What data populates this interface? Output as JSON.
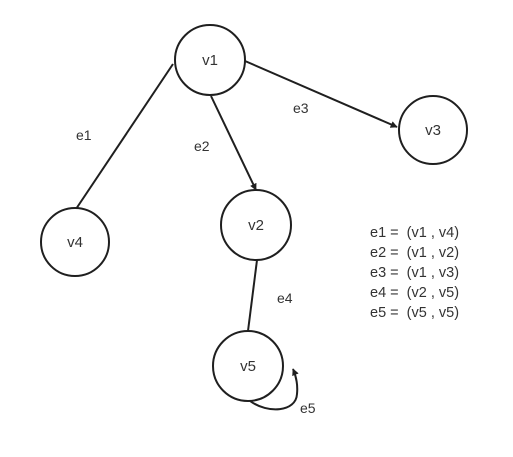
{
  "colors": {
    "stroke": "#1f1f1f",
    "text": "#333333",
    "background": "#ffffff"
  },
  "nodes": {
    "v1": {
      "label": "v1"
    },
    "v2": {
      "label": "v2"
    },
    "v3": {
      "label": "v3"
    },
    "v4": {
      "label": "v4"
    },
    "v5": {
      "label": "v5"
    }
  },
  "edges": {
    "e1": {
      "label": "e1",
      "from": "v1",
      "to": "v4",
      "directed": false
    },
    "e2": {
      "label": "e2",
      "from": "v1",
      "to": "v2",
      "directed": true
    },
    "e3": {
      "label": "e3",
      "from": "v1",
      "to": "v3",
      "directed": true
    },
    "e4": {
      "label": "e4",
      "from": "v2",
      "to": "v5",
      "directed": false
    },
    "e5": {
      "label": "e5",
      "from": "v5",
      "to": "v5",
      "directed": true
    }
  },
  "definitions": [
    "e1 =  (v1 , v4)",
    "e2 =  (v1 , v2)",
    "e3 =  (v1 , v3)",
    "e4 =  (v2 , v5)",
    "e5 =  (v5 , v5)"
  ]
}
